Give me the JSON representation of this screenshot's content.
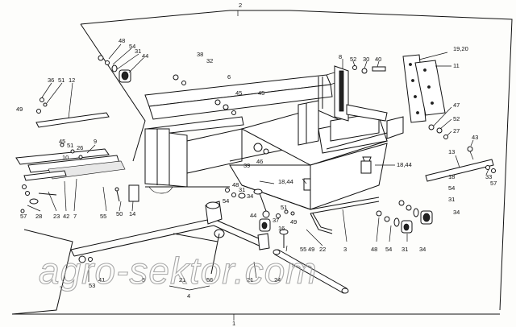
{
  "assembly_numbers": {
    "top": "2",
    "bottom": "1",
    "bottom_group": "4"
  },
  "labels": {
    "l48a": "48",
    "l54a": "54",
    "l31a": "31",
    "l44a": "44",
    "l38": "38",
    "l32": "32",
    "l6": "6",
    "l8": "8",
    "l52a": "52",
    "l30": "30",
    "l40": "40",
    "l1920": "19,20",
    "l11": "11",
    "l36": "36",
    "l51a": "51",
    "l12": "12",
    "l49a": "49",
    "l45a": "45",
    "l45b": "45",
    "l45c": "45",
    "l51b": "51",
    "l26": "26",
    "l9": "9",
    "l10": "10",
    "l39": "39",
    "l46": "46",
    "l1844a": "18,44",
    "l1844b": "18,44",
    "l47": "47",
    "l52b": "52",
    "l27": "27",
    "l43": "43",
    "l13": "13",
    "l33": "33",
    "l57a": "57",
    "l18": "18",
    "l54b": "54",
    "l31b": "31",
    "l34a": "34",
    "l57b": "57",
    "l28": "28",
    "l23": "23",
    "l42": "42",
    "l7": "7",
    "l55a": "55",
    "l50": "50",
    "l14": "14",
    "l48b": "48",
    "l54c": "54",
    "l31c": "31",
    "l34b": "34",
    "l44b": "44",
    "l16": "16",
    "l37": "37",
    "l51c": "51",
    "l49b": "49",
    "l55b": "55",
    "l49c": "49",
    "l22": "22",
    "l3": "3",
    "l48c": "48",
    "l54d": "54",
    "l31d": "31",
    "l34c": "34",
    "l53": "53",
    "l41": "41",
    "l5": "5",
    "l21a": "21",
    "l56": "56",
    "l21b": "21",
    "l24": "24"
  },
  "watermark": "agro-sektor.com"
}
